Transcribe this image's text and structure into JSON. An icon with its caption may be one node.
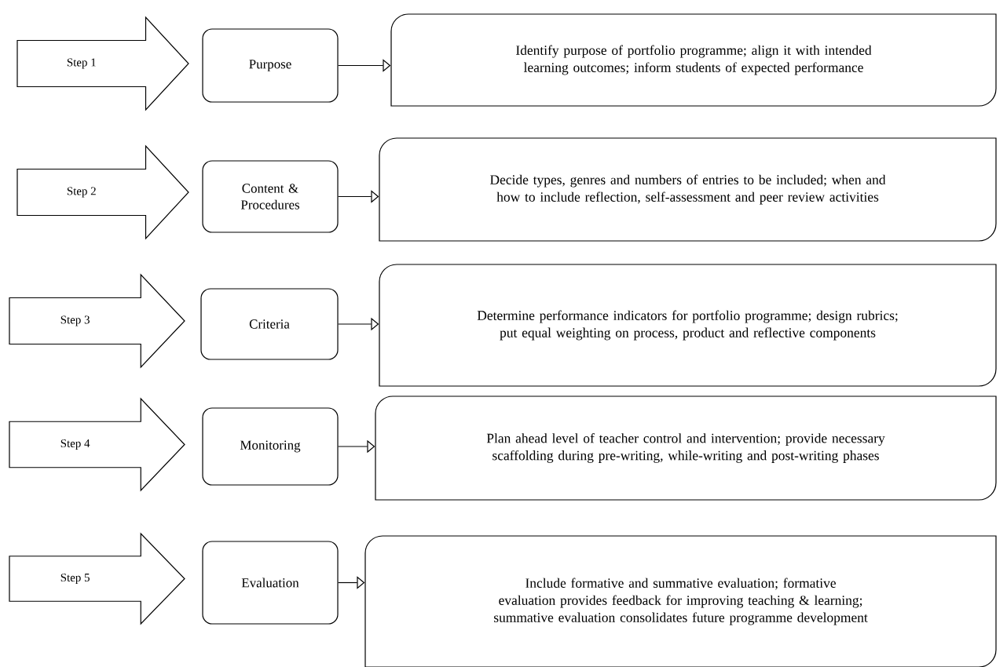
{
  "diagram": {
    "nodes": [
      {
        "text": [
          "Step 1"
        ]
      },
      {
        "text": [
          "Purpose"
        ]
      },
      {
        "text": [
          "Identify purpose of portfolio programme; align it with intended learning outcomes; inform students of expected performance"
        ]
      },
      {
        "text": [
          "Step 2"
        ]
      },
      {
        "text": [
          "Content & Procedures"
        ]
      },
      {
        "text": [
          "Decide types, genres and numbers of entries to be included; when and how to include reflection, self-assessment and peer review activities"
        ]
      },
      {
        "text": [
          "Step 3"
        ]
      },
      {
        "text": [
          "Criteria"
        ]
      },
      {
        "text": [
          "Determine performance indicators for portfolio programme; design rubrics; put equal weighting on process, product and reflective components"
        ]
      },
      {
        "text": [
          "Step 4"
        ]
      },
      {
        "text": [
          "Monitoring"
        ]
      },
      {
        "text": [
          "Plan ahead level of teacher control and intervention; provide necessary scaffolding during pre-writing, while-writing and post-writing phases"
        ]
      },
      {
        "text": [
          "Step 5"
        ]
      },
      {
        "text": [
          "Evaluation"
        ]
      },
      {
        "text": [
          "Include formative and summative evaluation; formative evaluation provides feedback for improving teaching & learning; summative evaluation consolidates future programme development"
        ]
      }
    ],
    "edges": [
      {
        "from": 1,
        "to": 2,
        "arrow": "to"
      },
      {
        "from": 4,
        "to": 5,
        "arrow": "to"
      },
      {
        "from": 7,
        "to": 8,
        "arrow": "to"
      },
      {
        "from": 10,
        "to": 11,
        "arrow": "to"
      },
      {
        "from": 13,
        "to": 14,
        "arrow": "to"
      }
    ]
  }
}
